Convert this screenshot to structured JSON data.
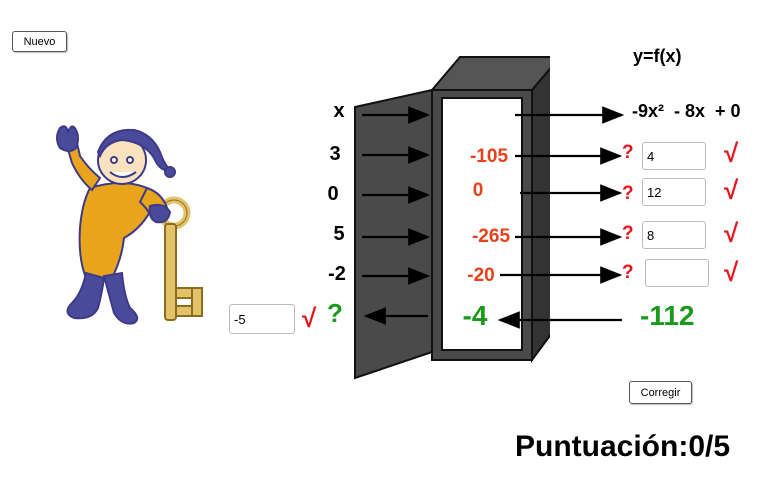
{
  "buttons": {
    "nuevo": "Nuevo",
    "corregir": "Corregir"
  },
  "formula": {
    "label": "y=f(x)",
    "expression": "-9x²  - 8x  + 0"
  },
  "header_x": "x",
  "rows": [
    {
      "x": "3",
      "fx": "-105",
      "question": "?",
      "answer": "4",
      "check": "√"
    },
    {
      "x": "0",
      "fx": "0",
      "question": "?",
      "answer": "12",
      "check": "√"
    },
    {
      "x": "5",
      "fx": "-265",
      "question": "?",
      "answer": "8",
      "check": "√"
    },
    {
      "x": "-2",
      "fx": "-20",
      "question": "?",
      "answer": "",
      "check": "√"
    }
  ],
  "inverse": {
    "answer": "-5",
    "check": "√",
    "question": "?",
    "middle": "-4",
    "output": "-112"
  },
  "score": "Puntuación:0/5",
  "colors": {
    "red": "#e8141a",
    "orange_red": "#e8401a",
    "green": "#1a9a1a",
    "box": "#4a4a4a"
  }
}
